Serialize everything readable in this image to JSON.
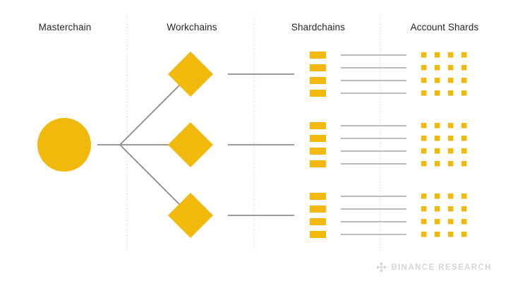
{
  "columns": [
    {
      "id": "masterchain",
      "label": "Masterchain"
    },
    {
      "id": "workchains",
      "label": "Workchains"
    },
    {
      "id": "shardchains",
      "label": "Shardchains"
    },
    {
      "id": "account-shards",
      "label": "Account Shards"
    }
  ],
  "diagram": {
    "masterchain_count": 1,
    "workchain_count": 3,
    "shardchains_per_workchain": 4,
    "account_shard_grid": {
      "rows": 4,
      "cols": 4
    },
    "colors": {
      "node_yellow": "#F0B90B",
      "connector_gray": "#8C8C8C",
      "link_gray": "#A6A6A6",
      "separator_gray": "#CBCBCB",
      "header_text": "#262626"
    }
  },
  "footer": {
    "brand": "BINANCE RESEARCH",
    "logo_color": "#D5D5D5"
  }
}
